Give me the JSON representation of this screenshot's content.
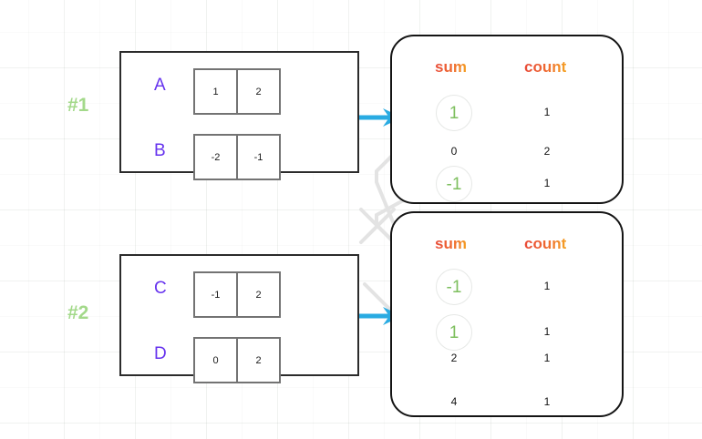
{
  "diagram": {
    "title": "MapReduce combiner partial aggregation diagram",
    "colors": {
      "accent_arrow": "#29abe2",
      "header_gradient_start": "#e8493a",
      "header_gradient_end": "#f5a623",
      "highlight_value": "#7dbf5e",
      "row_label": "#6633ee",
      "tag_label": "#a3d98a",
      "cell_border": "#737373",
      "panel_border": "#2b2b2b",
      "connector_line": "#e2e2e2"
    }
  },
  "groups": [
    {
      "tag": "#1",
      "rows": [
        {
          "label": "A",
          "cells": [
            "1",
            "2"
          ]
        },
        {
          "label": "B",
          "cells": [
            "-2",
            "-1"
          ]
        }
      ]
    },
    {
      "tag": "#2",
      "rows": [
        {
          "label": "C",
          "cells": [
            "-1",
            "2"
          ]
        },
        {
          "label": "D",
          "cells": [
            "0",
            "2"
          ]
        }
      ]
    }
  ],
  "tables": [
    {
      "id": "table-1",
      "headers": {
        "sum": "sum",
        "count": "count"
      },
      "rows": [
        {
          "sum": "1",
          "count": "1",
          "highlight": true
        },
        {
          "sum": "0",
          "count": "2",
          "highlight": false
        },
        {
          "sum": "-1",
          "count": "1",
          "highlight": true
        }
      ]
    },
    {
      "id": "table-2",
      "headers": {
        "sum": "sum",
        "count": "count"
      },
      "rows": [
        {
          "sum": "-1",
          "count": "1",
          "highlight": true
        },
        {
          "sum": "1",
          "count": "1",
          "highlight": true
        },
        {
          "sum": "2",
          "count": "1",
          "highlight": false
        },
        {
          "sum": "4",
          "count": "1",
          "highlight": false
        }
      ]
    }
  ],
  "arrows": [
    {
      "name": "arrow-group1-to-table1"
    },
    {
      "name": "arrow-group2-to-table2"
    }
  ]
}
